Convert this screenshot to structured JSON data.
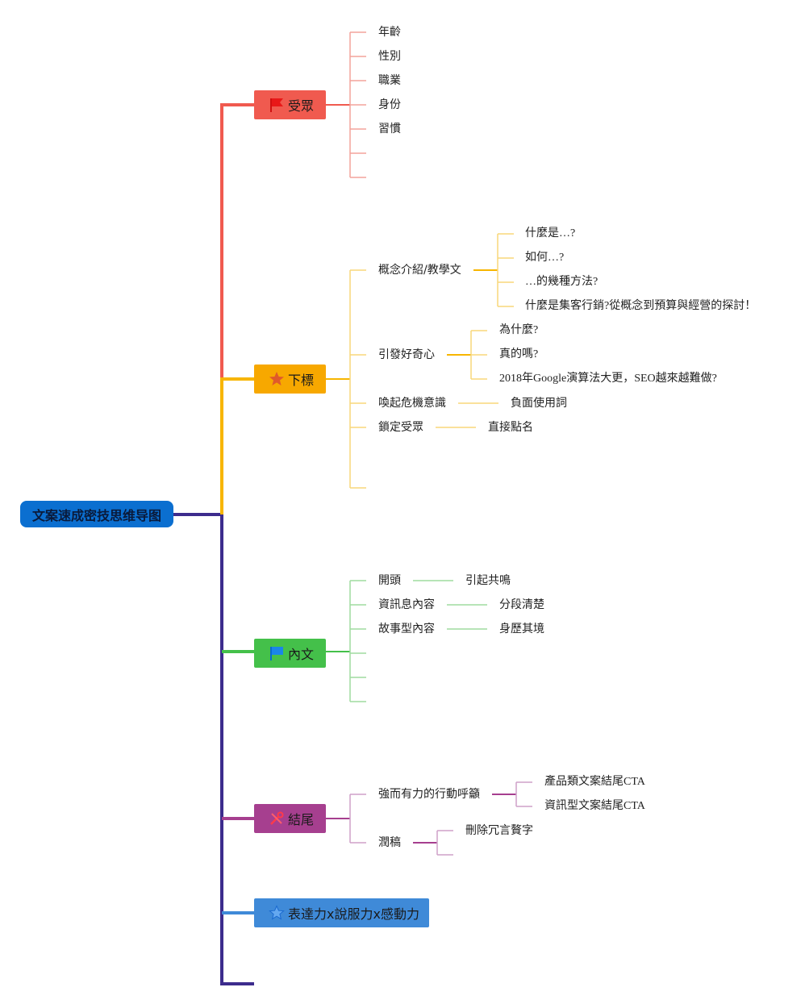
{
  "root": "文案速成密技思维导图",
  "colors": {
    "trunk": "#3d2c8d",
    "audience": "#f05a4f",
    "headline": "#f7a800",
    "body": "#44c04a",
    "ending": "#a63f8f",
    "express": "#3f8ad8"
  },
  "branches": {
    "audience": {
      "label": "受眾",
      "icon": "red-flag-icon",
      "items": [
        "年齡",
        "性別",
        "職業",
        "身份",
        "習慣"
      ]
    },
    "headline": {
      "label": "下標",
      "icon": "star-icon",
      "concept": {
        "label": "概念介紹/教學文",
        "items": [
          "什麼是…?",
          "如何…?",
          "…的幾種方法?",
          "什麼是集客行銷?從概念到預算與經營的探討！"
        ]
      },
      "curiosity": {
        "label": "引發好奇心",
        "items": [
          "為什麼?",
          "真的嗎?",
          "2018年Google演算法大更，SEO越來越難做?"
        ]
      },
      "crisis": {
        "label": "喚起危機意識",
        "item": "負面使用詞"
      },
      "target": {
        "label": "鎖定受眾",
        "item": "直接點名"
      }
    },
    "body": {
      "label": "內文",
      "icon": "blue-flag-icon",
      "rows": [
        {
          "label": "開頭",
          "item": "引起共鳴"
        },
        {
          "label": "資訊息內容",
          "item": "分段清楚"
        },
        {
          "label": "故事型內容",
          "item": "身歷其境"
        }
      ]
    },
    "ending": {
      "label": "結尾",
      "icon": "tools-icon",
      "cta": {
        "label": "強而有力的行動呼籲",
        "items": [
          "產品類文案結尾CTA",
          "資訊型文案結尾CTA"
        ]
      },
      "polish": {
        "label": "潤稿",
        "item": "刪除冗言贅字"
      }
    },
    "express": {
      "label": "表達力x說服力x感動力",
      "icon": "star-outline-icon"
    }
  }
}
